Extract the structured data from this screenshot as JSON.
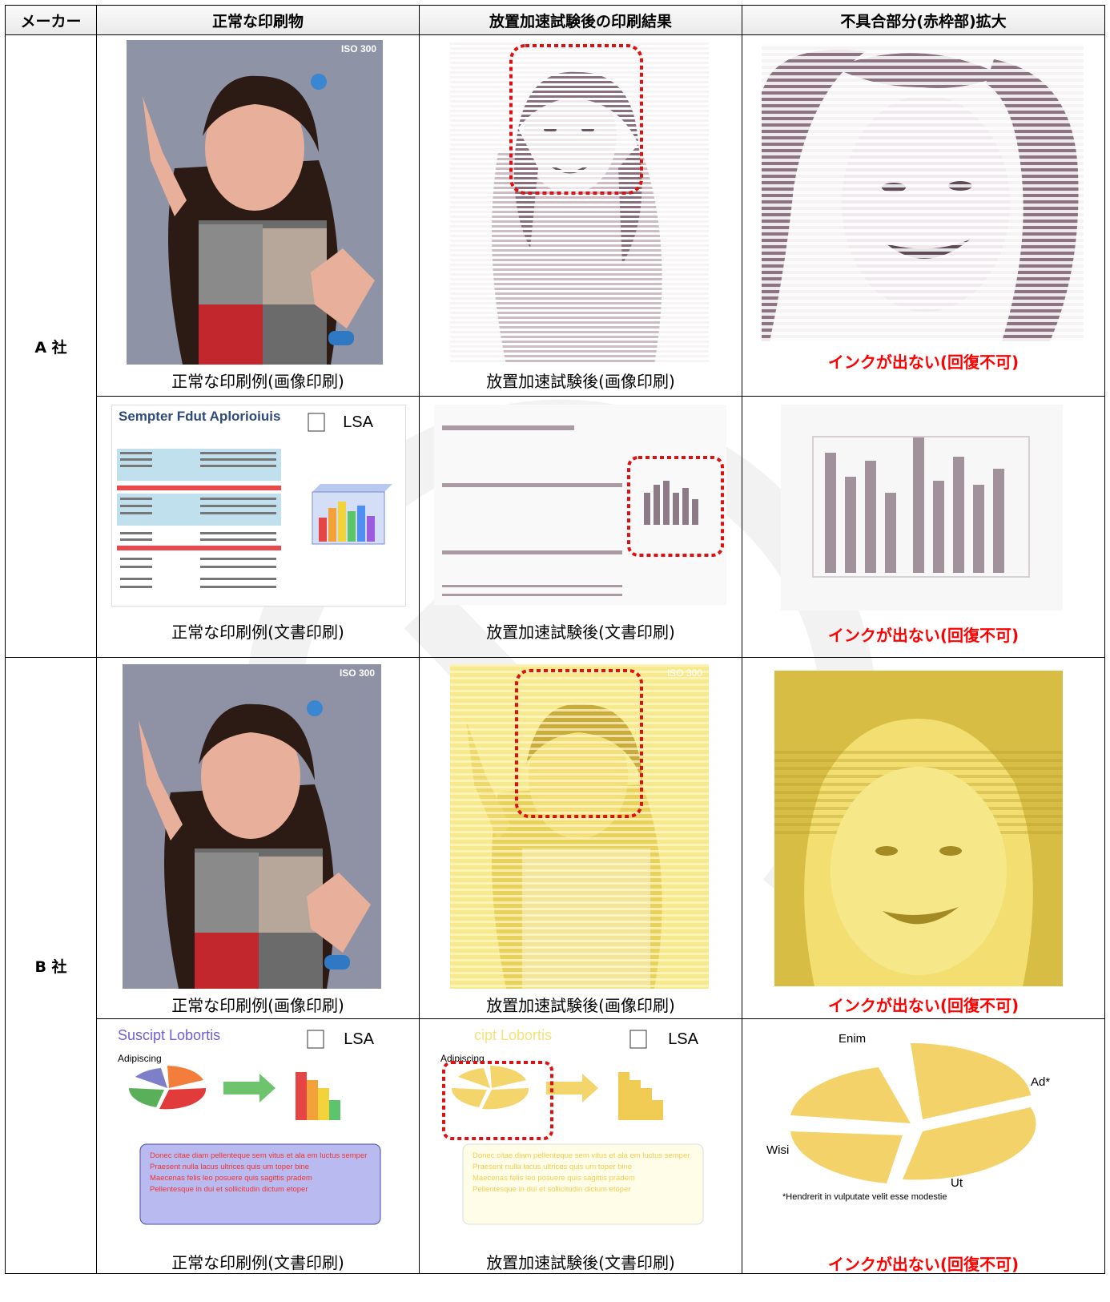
{
  "header": {
    "maker": "メーカー",
    "normal": "正常な印刷物",
    "after": "放置加速試験後の印刷結果",
    "defect": "不具合部分(赤枠部)拡大"
  },
  "makers": {
    "a": "A 社",
    "b": "B 社"
  },
  "captions": {
    "normal_image": "正常な印刷例(画像印刷)",
    "after_image": "放置加速試験後(画像印刷)",
    "normal_doc": "正常な印刷例(文書印刷)",
    "after_doc": "放置加速試験後(文書印刷)",
    "defect": "インクが出ない(回復不可)"
  },
  "sample_texts": {
    "iso": "ISO 300",
    "doc_a_title": "Sempter Fdut Aplorioiuis",
    "lsa": "LSA",
    "doc_b_title": "Suscipt Lobortis",
    "doc_b_title_faded": "cipt Lobortis",
    "adipiscing": "Adipiscing",
    "enim": "Enim",
    "ad": "Ad*",
    "wisi": "Wisi",
    "ut": "Ut",
    "hendrerit": "*Hendrerit in vulputate velit esse modestie",
    "chart_title": "Smecerp Balrecneps",
    "bullets": [
      "Donec citae diam pellenteque sem vitus et ala em luctus semper",
      "Praesent nulla lacus ultrices quis um toper bine",
      "Maecenas felis leo posuere quis sagittis pradem",
      "Pellentesque in dui et sollicitudin dictum etoper"
    ]
  },
  "colors": {
    "defect_red": "#ff0000",
    "faded_yellow": "#f5e27a"
  }
}
